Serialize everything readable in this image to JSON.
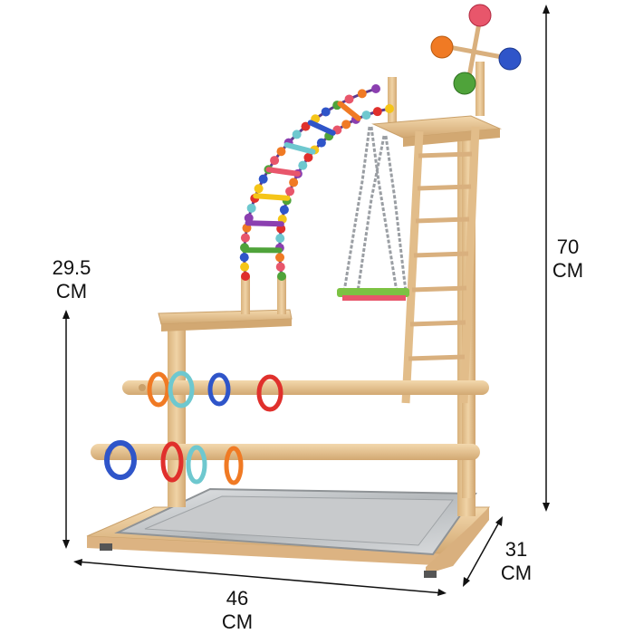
{
  "product": {
    "name": "bird-play-stand",
    "colors": {
      "wood": "#e9c89a",
      "wood_dark": "#c9a06a",
      "tray": "#c8cacc",
      "tray_dark": "#8f9396",
      "chain": "#9a9ea3",
      "swing_perch": "#7cc243",
      "swing_perch_pink": "#e8566b",
      "ring_orange": "#f07a24",
      "ring_blue": "#2f55c9",
      "ring_red": "#e0302c",
      "ring_teal": "#6ec8cf",
      "arrow": "#111111"
    }
  },
  "dimensions": {
    "left_height": {
      "value": "29.5",
      "unit": "CM"
    },
    "total_height": {
      "value": "70",
      "unit": "CM"
    },
    "width": {
      "value": "46",
      "unit": "CM"
    },
    "depth": {
      "value": "31",
      "unit": "CM"
    }
  }
}
